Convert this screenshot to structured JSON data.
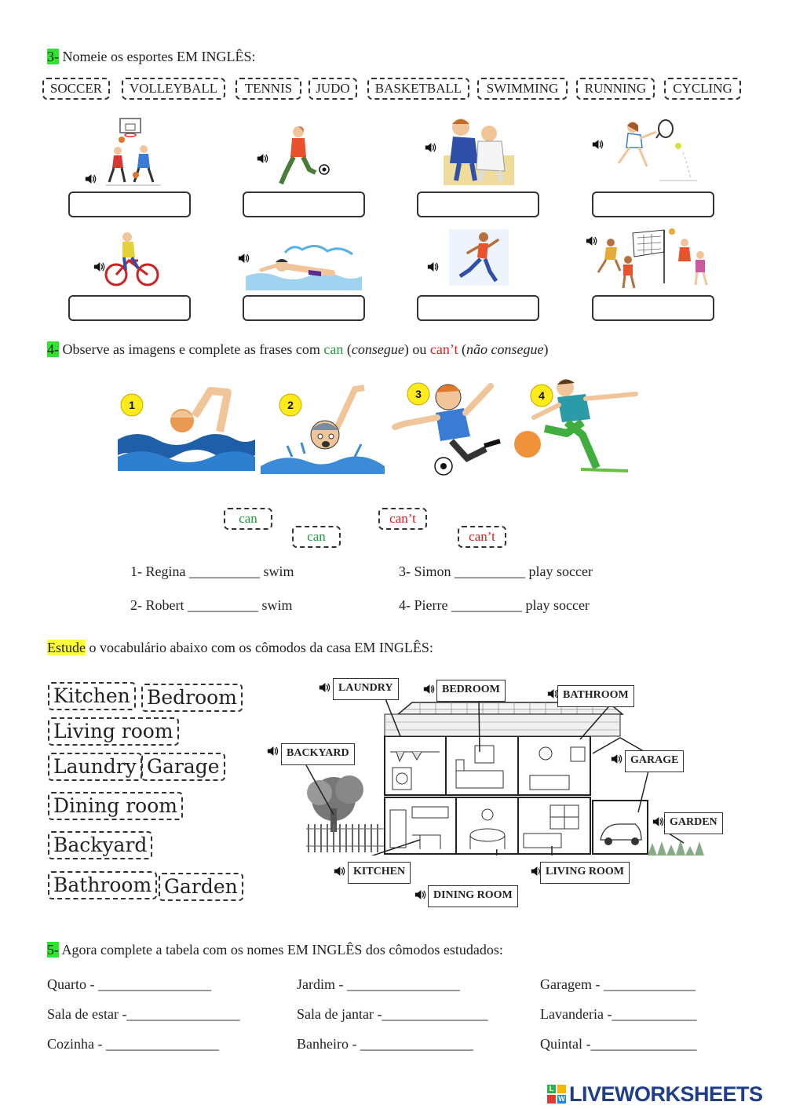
{
  "section3": {
    "num": "3-",
    "title": " Nomeie os esportes EM INGLÊS:",
    "word_bank": [
      "SOCCER",
      "VOLLEYBALL",
      "TENNIS",
      "JUDO",
      "BASKETBALL",
      "SWIMMING",
      "RUNNING",
      "CYCLING"
    ],
    "pictures": [
      "basketball",
      "soccer",
      "judo",
      "tennis",
      "cycling",
      "swimming",
      "running",
      "volleyball"
    ]
  },
  "section4": {
    "num": "4-",
    "text_a": " Observe as imagens e complete as frases com ",
    "can": "can",
    "text_b": " (",
    "consegue": "consegue",
    "text_c": ") ou ",
    "cant": "can’t",
    "text_d": " (",
    "nao_consegue": "não consegue",
    "text_e": ")",
    "picture_numbers": [
      "1",
      "2",
      "3",
      "4"
    ],
    "drag_words": [
      "can",
      "can",
      "can’t",
      "can’t"
    ],
    "sentences": [
      "1- Regina __________ swim",
      "2- Robert __________ swim",
      "3- Simon __________ play soccer",
      "4- Pierre __________ play soccer"
    ],
    "colors": {
      "can": "#1a9e3a",
      "cant": "#e01b1b"
    }
  },
  "study": {
    "highlight": "Estude",
    "text": " o vocabulário abaixo com os cômodos da casa EM INGLÊS:",
    "vocab": [
      "Kitchen",
      "Bedroom",
      "Living room",
      "Laundry",
      "Garage",
      "Dining room",
      "Backyard",
      "Bathroom",
      "Garden"
    ],
    "house_labels": [
      "LAUNDRY",
      "BEDROOM",
      "BATHROOM",
      "BACKYARD",
      "GARAGE",
      "GARDEN",
      "KITCHEN",
      "LIVING ROOM",
      "DINING ROOM"
    ]
  },
  "section5": {
    "num": "5-",
    "title": " Agora complete a tabela com os nomes EM INGLÊS dos cômodos estudados:",
    "rows": [
      [
        "Quarto - ________________",
        "Jardim - ________________",
        "Garagem - _____________"
      ],
      [
        "Sala de estar -________________",
        "Sala de jantar -_______________",
        "Lavanderia -____________"
      ],
      [
        "Cozinha - ________________",
        "Banheiro - ________________",
        "Quintal -_______________"
      ]
    ]
  },
  "footer": {
    "brand": "LIVEWORKSHEETS",
    "logo_letters": [
      "L",
      "W"
    ]
  }
}
